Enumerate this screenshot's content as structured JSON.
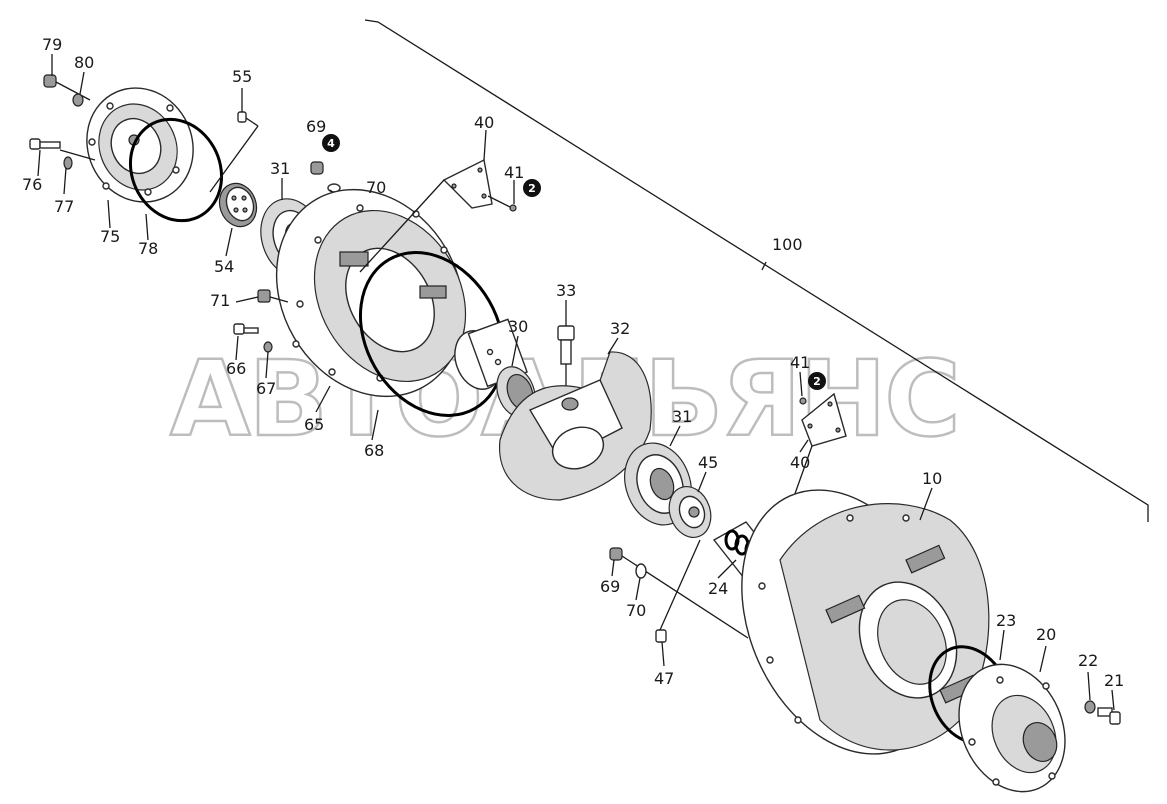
{
  "diagram": {
    "watermark": "АВТОАЛЬЯНС",
    "labels": {
      "p79": "79",
      "p80": "80",
      "p76": "76",
      "p77": "77",
      "p75": "75",
      "p78": "78",
      "p55": "55",
      "p54": "54",
      "p31a": "31",
      "p69a": "69",
      "p70a": "70",
      "p40a": "40",
      "p41a": "41",
      "p100": "100",
      "p71": "71",
      "p33": "33",
      "p30": "30",
      "p32": "32",
      "p66": "66",
      "p67": "67",
      "p65": "65",
      "p68": "68",
      "p41b": "41",
      "p40b": "40",
      "p31b": "31",
      "p45": "45",
      "p10": "10",
      "p69b": "69",
      "p70b": "70",
      "p24": "24",
      "p47": "47",
      "p23": "23",
      "p20": "20",
      "p22": "22",
      "p21": "21"
    },
    "badges": {
      "b4": "4",
      "b2a": "2",
      "b2b": "2"
    }
  }
}
